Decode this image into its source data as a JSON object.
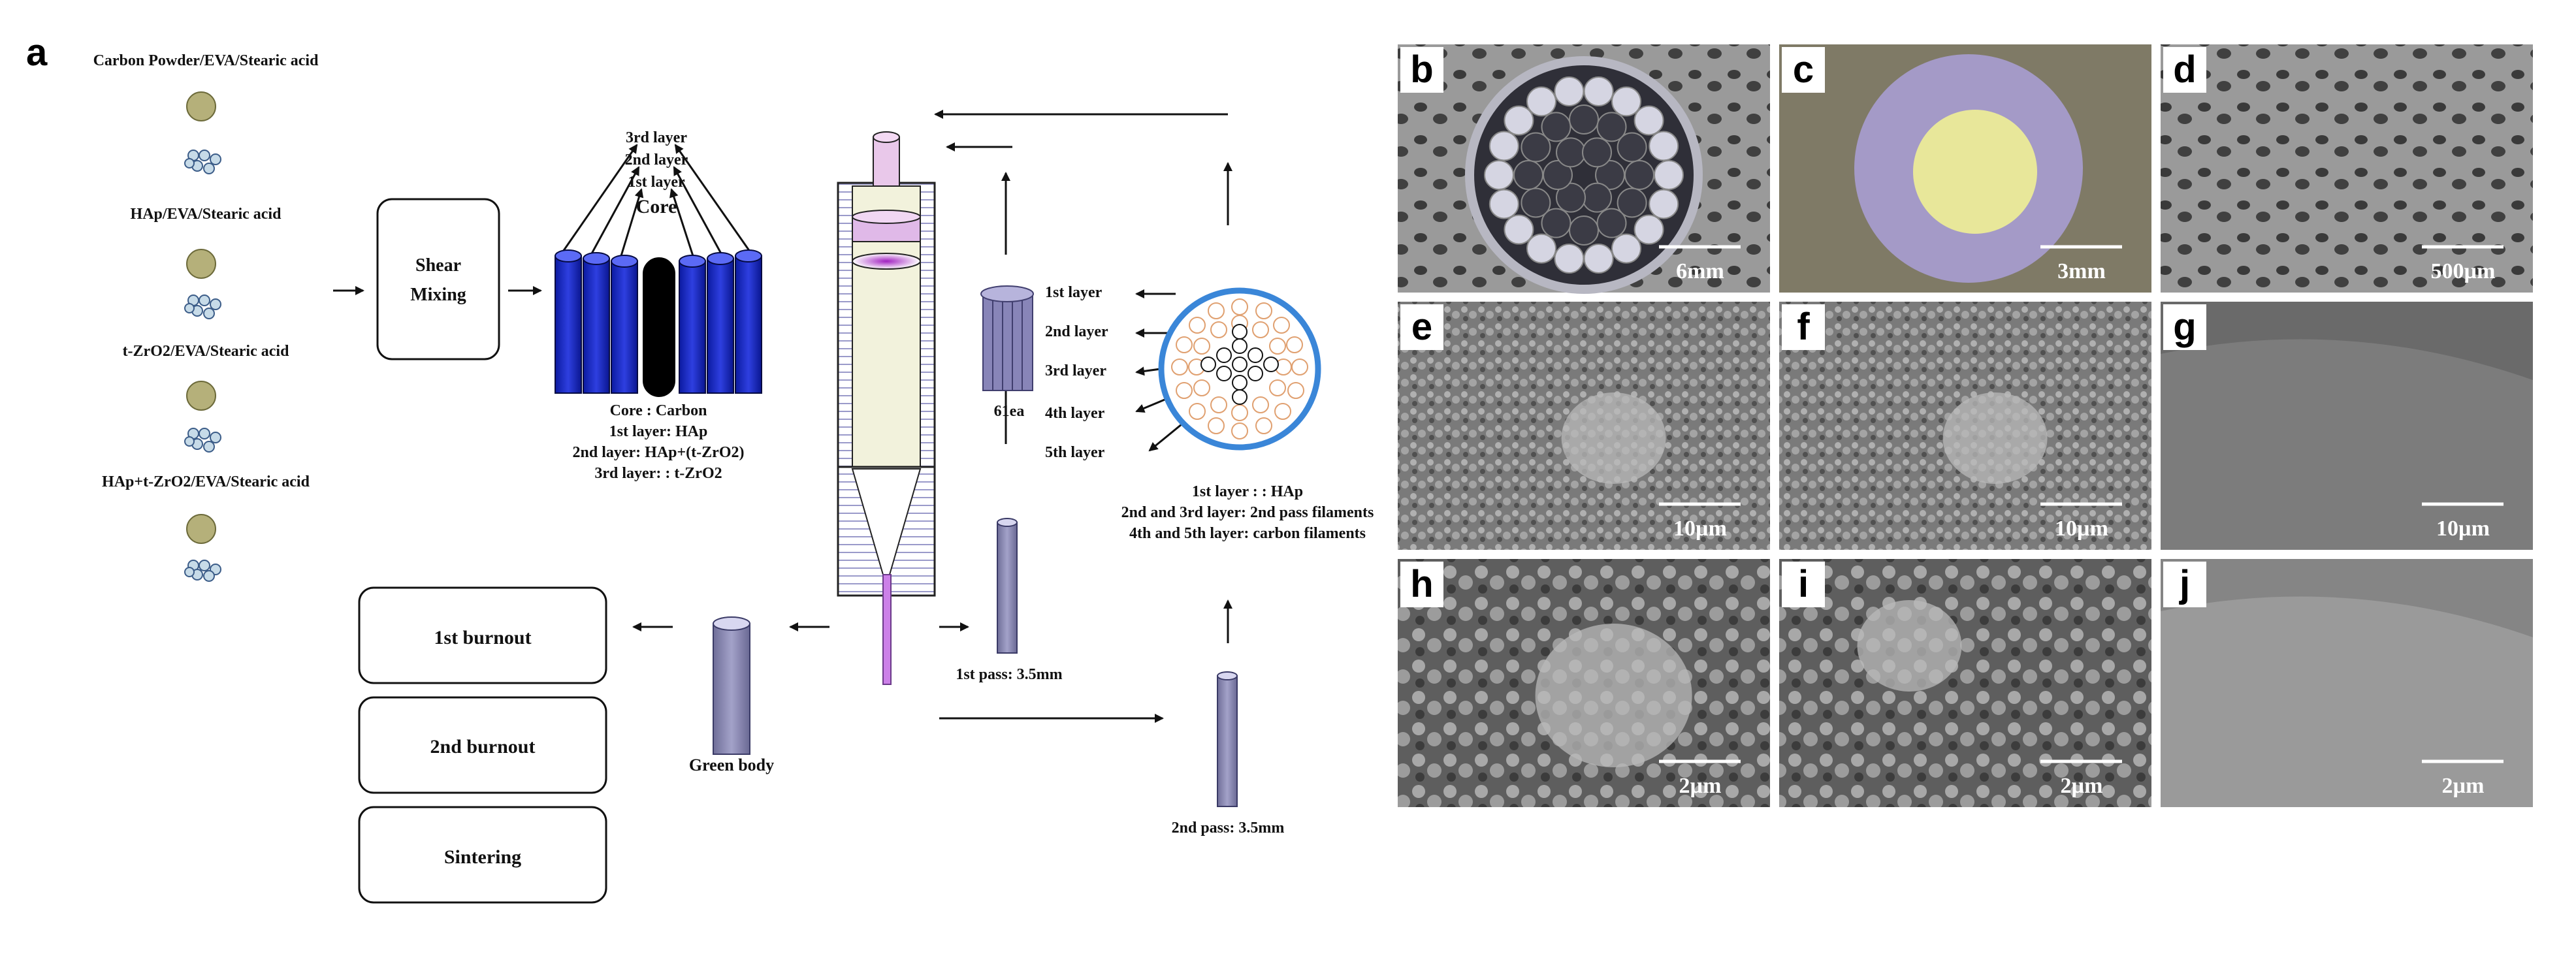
{
  "figure_label": "a",
  "left_materials": [
    "Carbon Powder/EVA/Stearic acid",
    "HAp/EVA/Stearic acid",
    "t-ZrO2/EVA/Stearic acid",
    "HAp+t-ZrO2/EVA/Stearic acid"
  ],
  "shear_mixing": {
    "line1": "Shear",
    "line2": "Mixing"
  },
  "layer_stack_top": [
    "3rd layer",
    "2nd layer",
    "1st layer",
    "Core"
  ],
  "layer_stack_bottom": [
    "Core : Carbon",
    "1st layer: HAp",
    "2nd layer: HAp+(t-ZrO2)",
    "3rd layer: : t-ZrO2"
  ],
  "bundle_label": "61ea",
  "cross_section_layers": [
    "1st layer",
    "2nd layer",
    "3rd layer",
    "4th layer",
    "5th layer"
  ],
  "cross_section_desc": [
    "1st layer : : HAp",
    "2nd and 3rd layer: 2nd pass filaments",
    "4th and 5th layer: carbon filaments"
  ],
  "pass1": "1st pass: 3.5mm",
  "pass2": "2nd pass: 3.5mm",
  "green_body": "Green body",
  "process_steps": [
    "1st burnout",
    "2nd burnout",
    "Sintering"
  ],
  "panels": [
    {
      "letter": "b",
      "scale": "6mm",
      "color": "#5a5a64"
    },
    {
      "letter": "c",
      "scale": "3mm",
      "color": "#7f7a66"
    },
    {
      "letter": "d",
      "scale": "500µm",
      "color": "#8a8a8a"
    },
    {
      "letter": "e",
      "scale": "10µm",
      "color": "#7d7d7d"
    },
    {
      "letter": "f",
      "scale": "10µm",
      "color": "#838383"
    },
    {
      "letter": "g",
      "scale": "10µm",
      "color": "#6a6a6a"
    },
    {
      "letter": "h",
      "scale": "2µm",
      "color": "#6e6e6e"
    },
    {
      "letter": "i",
      "scale": "2µm",
      "color": "#767676"
    },
    {
      "letter": "j",
      "scale": "2µm",
      "color": "#858585"
    }
  ]
}
